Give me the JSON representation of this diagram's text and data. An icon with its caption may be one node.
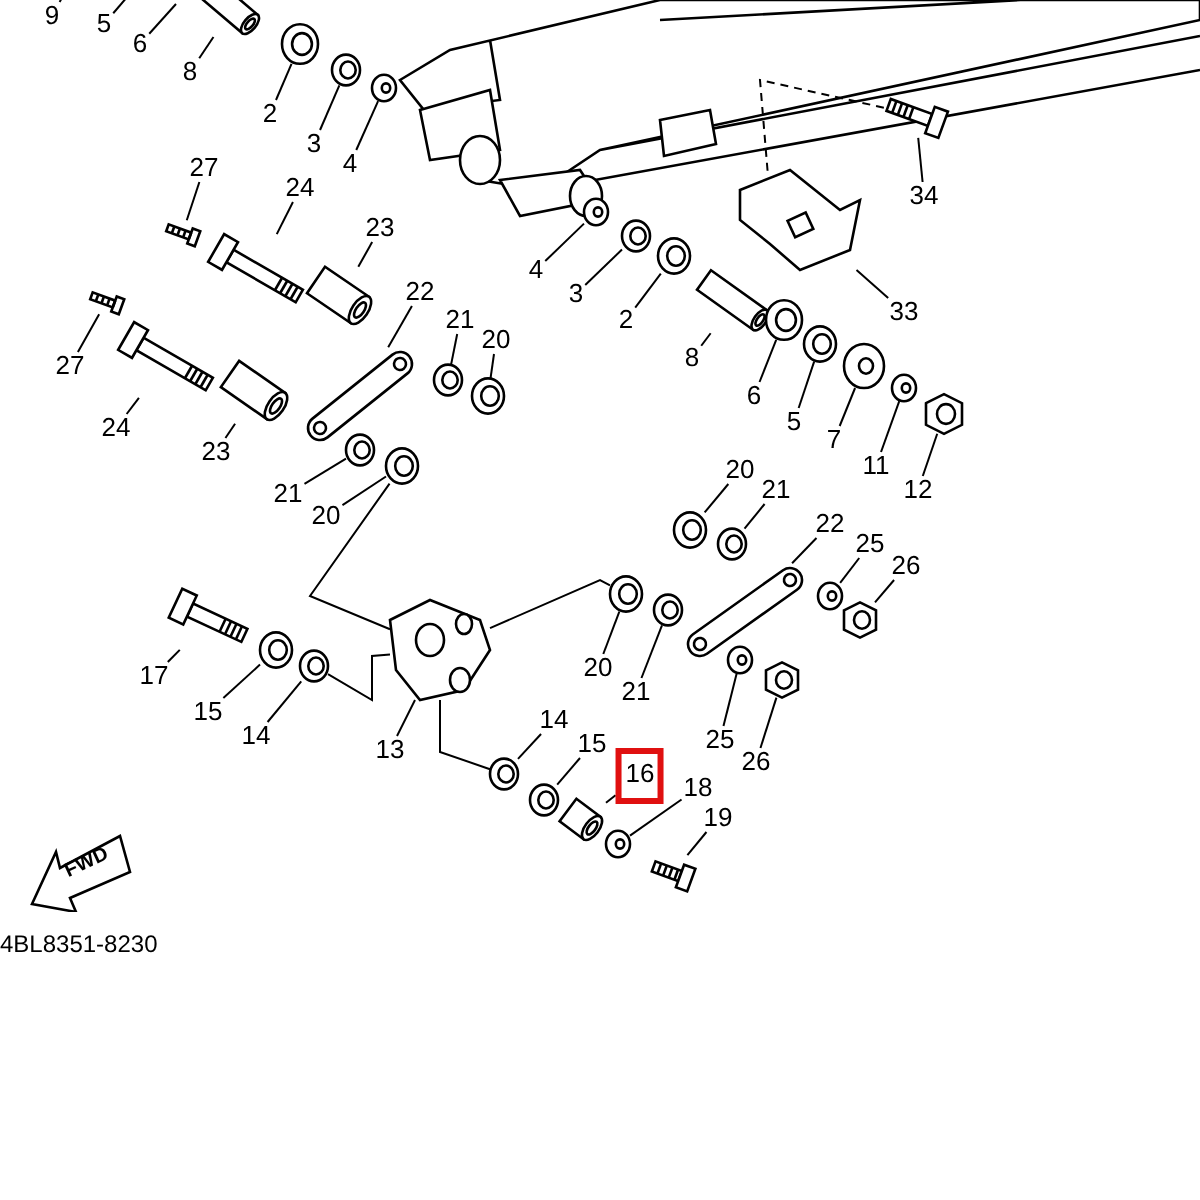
{
  "diagram": {
    "nodes": [
      {
        "text": [
          "9"
        ]
      },
      {
        "text": [
          "5"
        ]
      },
      {
        "text": [
          "6"
        ]
      },
      {
        "text": [
          "8"
        ]
      },
      {
        "text": [
          "2"
        ]
      },
      {
        "text": [
          "3"
        ]
      },
      {
        "text": [
          "4"
        ]
      },
      {
        "text": [
          "27"
        ]
      },
      {
        "text": [
          "24"
        ]
      },
      {
        "text": [
          "23"
        ]
      },
      {
        "text": [
          "34"
        ]
      },
      {
        "text": [
          "4"
        ]
      },
      {
        "text": [
          "3"
        ]
      },
      {
        "text": [
          "2"
        ]
      },
      {
        "text": [
          "33"
        ]
      },
      {
        "text": [
          "8"
        ]
      },
      {
        "text": [
          "22"
        ]
      },
      {
        "text": [
          "21"
        ]
      },
      {
        "text": [
          "20"
        ]
      },
      {
        "text": [
          "6"
        ]
      },
      {
        "text": [
          "5"
        ]
      },
      {
        "text": [
          "7"
        ]
      },
      {
        "text": [
          "11"
        ]
      },
      {
        "text": [
          "12"
        ]
      },
      {
        "text": [
          "27"
        ]
      },
      {
        "text": [
          "24"
        ]
      },
      {
        "text": [
          "23"
        ]
      },
      {
        "text": [
          "21"
        ]
      },
      {
        "text": [
          "20"
        ]
      },
      {
        "text": [
          "20"
        ]
      },
      {
        "text": [
          "21"
        ]
      },
      {
        "text": [
          "22"
        ]
      },
      {
        "text": [
          "25"
        ]
      },
      {
        "text": [
          "26"
        ]
      },
      {
        "text": [
          "17"
        ]
      },
      {
        "text": [
          "15"
        ]
      },
      {
        "text": [
          "14"
        ]
      },
      {
        "text": [
          "13"
        ]
      },
      {
        "text": [
          "20"
        ]
      },
      {
        "text": [
          "21"
        ]
      },
      {
        "text": [
          "25"
        ]
      },
      {
        "text": [
          "26"
        ]
      },
      {
        "text": [
          "14"
        ]
      },
      {
        "text": [
          "15"
        ]
      },
      {
        "text": [
          "16"
        ]
      },
      {
        "text": [
          "18"
        ]
      },
      {
        "text": [
          "19"
        ]
      },
      {
        "text": [
          "FWD"
        ]
      },
      {
        "text": [],
        "shape": "picture"
      },
      {
        "text": [],
        "shape": "picture"
      },
      {
        "text": [],
        "shape": "picture"
      },
      {
        "text": [],
        "shape": "picture"
      },
      {
        "text": [],
        "shape": "picture"
      },
      {
        "text": [],
        "shape": "picture"
      },
      {
        "text": [],
        "shape": "picture"
      },
      {
        "text": [],
        "shape": "picture"
      },
      {
        "text": [],
        "shape": "picture"
      },
      {
        "text": [],
        "shape": "picture"
      },
      {
        "text": [],
        "shape": "picture"
      },
      {
        "text": [],
        "shape": "picture"
      },
      {
        "text": [],
        "shape": "picture"
      },
      {
        "text": [],
        "shape": "picture"
      },
      {
        "text": [],
        "shape": "picture"
      },
      {
        "text": [],
        "shape": "picture"
      },
      {
        "text": [],
        "shape": "picture"
      },
      {
        "text": [],
        "shape": "picture"
      },
      {
        "text": [],
        "shape": "picture"
      },
      {
        "text": [],
        "shape": "picture"
      },
      {
        "text": [],
        "shape": "picture"
      },
      {
        "text": [],
        "shape": "picture"
      },
      {
        "text": [],
        "shape": "picture"
      },
      {
        "text": [],
        "shape": "picture"
      },
      {
        "text": [],
        "shape": "picture"
      },
      {
        "text": [],
        "shape": "picture"
      },
      {
        "text": [],
        "shape": "picture"
      },
      {
        "text": [],
        "shape": "picture"
      },
      {
        "text": [],
        "shape": "picture"
      },
      {
        "text": [],
        "shape": "picture"
      },
      {
        "text": [],
        "shape": "picture"
      },
      {
        "text": [],
        "shape": "picture"
      },
      {
        "text": [],
        "shape": "picture"
      },
      {
        "text": [],
        "shape": "picture"
      },
      {
        "text": [],
        "shape": "picture"
      },
      {
        "text": [],
        "shape": "picture"
      },
      {
        "text": [],
        "shape": "picture"
      },
      {
        "text": [],
        "shape": "picture"
      },
      {
        "text": [],
        "shape": "picture"
      },
      {
        "text": [],
        "shape": "picture"
      },
      {
        "text": [],
        "shape": "picture"
      },
      {
        "text": [],
        "shape": "picture"
      },
      {
        "text": [],
        "shape": "picture"
      },
      {
        "text": [],
        "shape": "picture"
      }
    ],
    "edges": [
      {
        "from": 0,
        "to": null,
        "arrow": "none"
      },
      {
        "from": 1,
        "to": null,
        "arrow": "none"
      },
      {
        "from": 2,
        "to": null,
        "arrow": "none"
      },
      {
        "from": 3,
        "to": 48,
        "arrow": "none"
      },
      {
        "from": 4,
        "to": 49,
        "arrow": "none"
      },
      {
        "from": 5,
        "to": 50,
        "arrow": "none"
      },
      {
        "from": 6,
        "to": 51,
        "arrow": "none"
      },
      {
        "from": 7,
        "to": 52,
        "arrow": "none"
      },
      {
        "from": 8,
        "to": 53,
        "arrow": "none"
      },
      {
        "from": 9,
        "to": 54,
        "arrow": "none"
      },
      {
        "from": 10,
        "to": 55,
        "arrow": "none"
      },
      {
        "from": 11,
        "to": 56,
        "arrow": "none"
      },
      {
        "from": 12,
        "to": 57,
        "arrow": "none"
      },
      {
        "from": 13,
        "to": 58,
        "arrow": "none"
      },
      {
        "from": 14,
        "to": 59,
        "arrow": "none"
      },
      {
        "from": 15,
        "to": 60,
        "arrow": "none"
      },
      {
        "from": 16,
        "to": 61,
        "arrow": "none"
      },
      {
        "from": 17,
        "to": 62,
        "arrow": "none"
      },
      {
        "from": 18,
        "to": 63,
        "arrow": "none"
      },
      {
        "from": 19,
        "to": 64,
        "arrow": "none"
      },
      {
        "from": 20,
        "to": 65,
        "arrow": "none"
      },
      {
        "from": 21,
        "to": 66,
        "arrow": "none"
      },
      {
        "from": 22,
        "to": 67,
        "arrow": "none"
      },
      {
        "from": 23,
        "to": 68,
        "arrow": "none"
      },
      {
        "from": 24,
        "to": 69,
        "arrow": "none"
      },
      {
        "from": 25,
        "to": 70,
        "arrow": "none"
      },
      {
        "from": 26,
        "to": 71,
        "arrow": "none"
      },
      {
        "from": 27,
        "to": 72,
        "arrow": "none"
      },
      {
        "from": 28,
        "to": 73,
        "arrow": "none"
      },
      {
        "from": 29,
        "to": 74,
        "arrow": "none"
      },
      {
        "from": 30,
        "to": 75,
        "arrow": "none"
      },
      {
        "from": 31,
        "to": 76,
        "arrow": "none"
      },
      {
        "from": 32,
        "to": 77,
        "arrow": "none"
      },
      {
        "from": 33,
        "to": 78,
        "arrow": "none"
      },
      {
        "from": 34,
        "to": 79,
        "arrow": "none"
      },
      {
        "from": 35,
        "to": 80,
        "arrow": "none"
      },
      {
        "from": 36,
        "to": 81,
        "arrow": "none"
      },
      {
        "from": 37,
        "to": 82,
        "arrow": "none"
      },
      {
        "from": 38,
        "to": 83,
        "arrow": "none"
      },
      {
        "from": 39,
        "to": 84,
        "arrow": "none"
      },
      {
        "from": 40,
        "to": 85,
        "arrow": "none"
      },
      {
        "from": 41,
        "to": 86,
        "arrow": "none"
      },
      {
        "from": 42,
        "to": 87,
        "arrow": "none"
      },
      {
        "from": 43,
        "to": 88,
        "arrow": "none"
      },
      {
        "from": 44,
        "to": 89,
        "arrow": "none"
      },
      {
        "from": 45,
        "to": 90,
        "arrow": "none"
      },
      {
        "from": 46,
        "to": 91,
        "arrow": "none"
      },
      {
        "from": 73,
        "to": 82,
        "arrow": "none"
      },
      {
        "from": 81,
        "to": 82,
        "arrow": "none"
      },
      {
        "from": 82,
        "to": 83,
        "arrow": "none"
      },
      {
        "from": 82,
        "to": 87,
        "arrow": "none"
      },
      {
        "from": 55,
        "to": 59,
        "arrow": "none",
        "style": "dashed"
      }
    ],
    "labels": [
      "4BL8351-8230"
    ]
  }
}
